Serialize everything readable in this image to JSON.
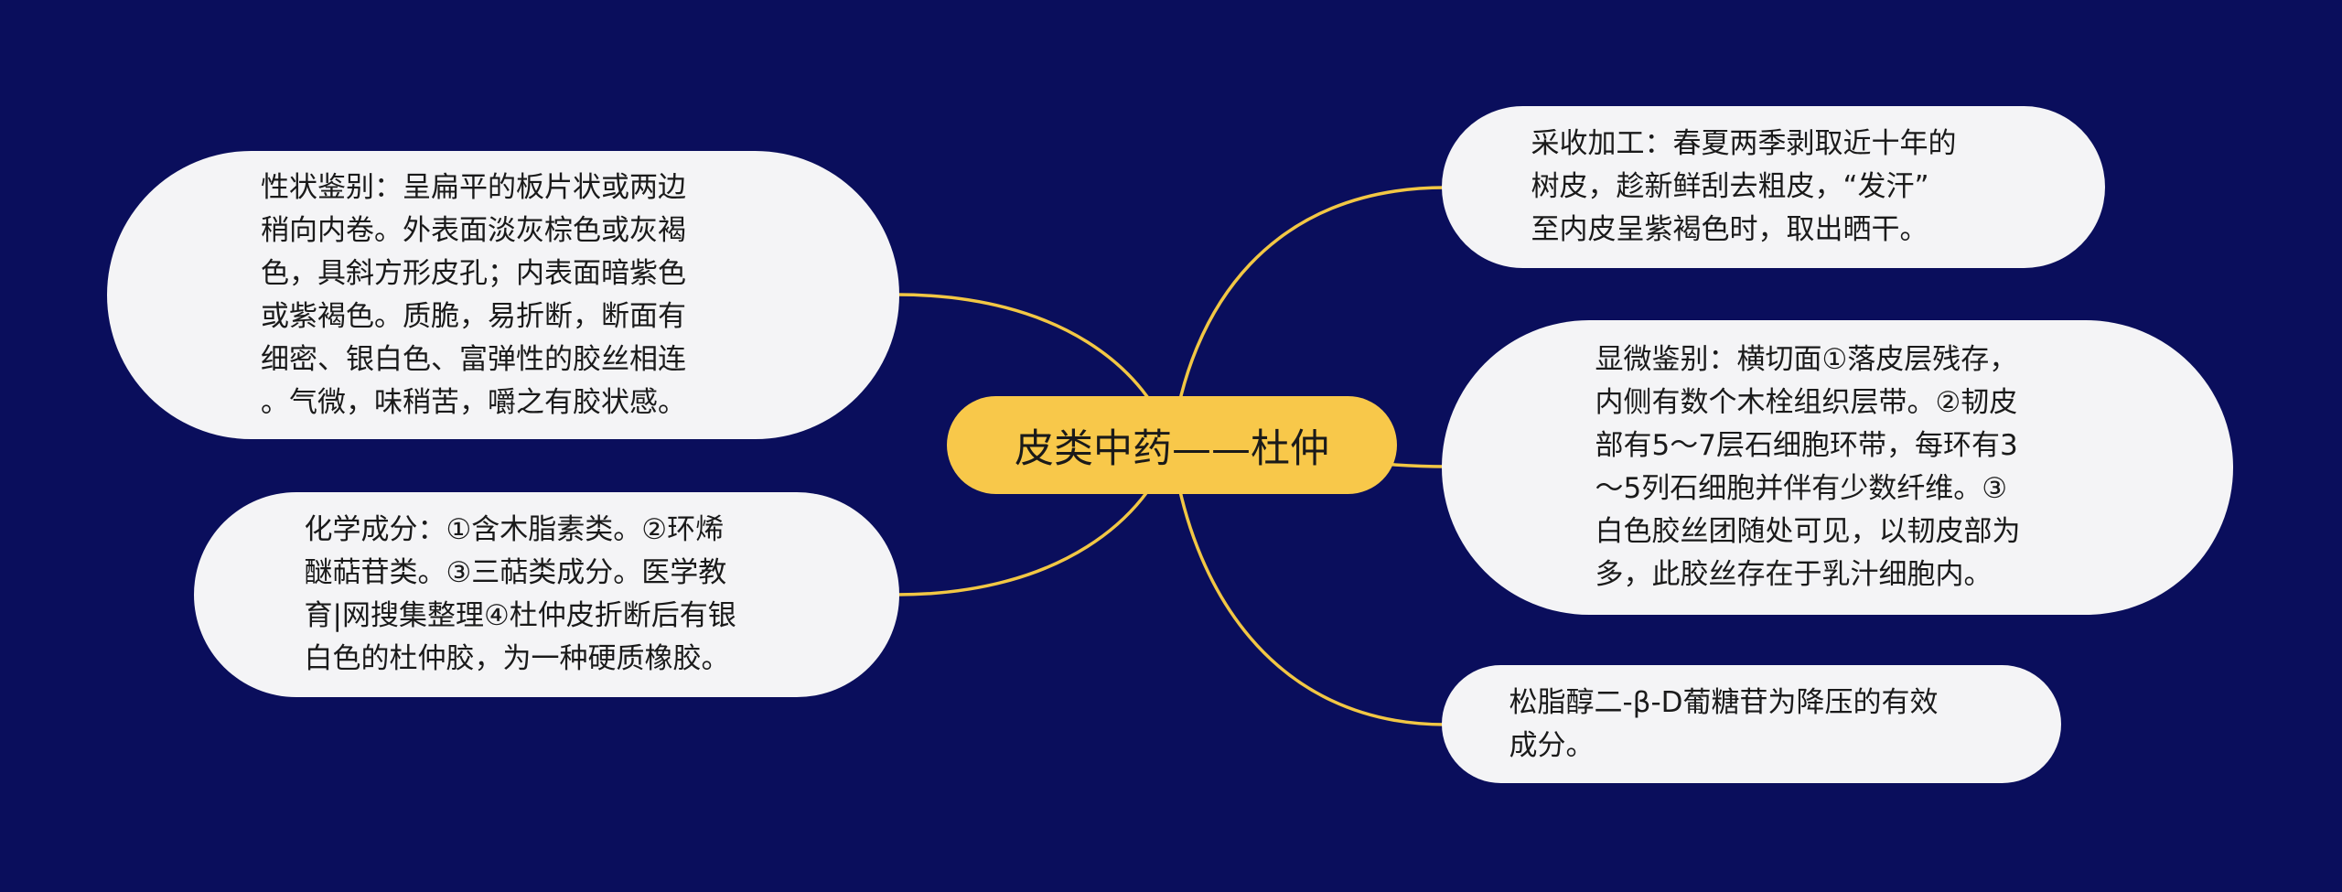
{
  "center": {
    "label": "皮类中药——杜仲"
  },
  "left_nodes": [
    {
      "id": "xingzhuang",
      "text": "性状鉴别：呈扁平的板片状或两边\n稍向内卷。外表面淡灰棕色或灰褐\n色，具斜方形皮孔；内表面暗紫色\n或紫褐色。质脆，易折断，断面有\n细密、银白色、富弹性的胶丝相连\n。气微，味稍苦，嚼之有胶状感。"
    },
    {
      "id": "huaxue",
      "text": "化学成分：①含木脂素类。②环烯\n醚萜苷类。③三萜类成分。医学教\n育|网搜集整理④杜仲皮折断后有银\n白色的杜仲胶，为一种硬质橡胶。"
    }
  ],
  "right_nodes": [
    {
      "id": "caishou",
      "text": "采收加工：春夏两季剥取近十年的\n树皮，趁新鲜刮去粗皮，“发汗”\n至内皮呈紫褐色时，取出晒干。"
    },
    {
      "id": "xianwei",
      "text": "显微鉴别：横切面①落皮层残存，\n内侧有数个木栓组织层带。②韧皮\n部有5～7层石细胞环带，每环有3\n～5列石细胞并伴有少数纤维。③\n白色胶丝团随处可见，以韧皮部为\n多，此胶丝存在于乳汁细胞内。"
    },
    {
      "id": "songzhi",
      "text": "松脂醇二-β-D葡糖苷为降压的有效\n成分。"
    }
  ],
  "colors": {
    "background": "#0a0e5c",
    "center_fill": "#f8c84a",
    "node_fill": "#f4f4f6",
    "connector": "#f2c744"
  }
}
